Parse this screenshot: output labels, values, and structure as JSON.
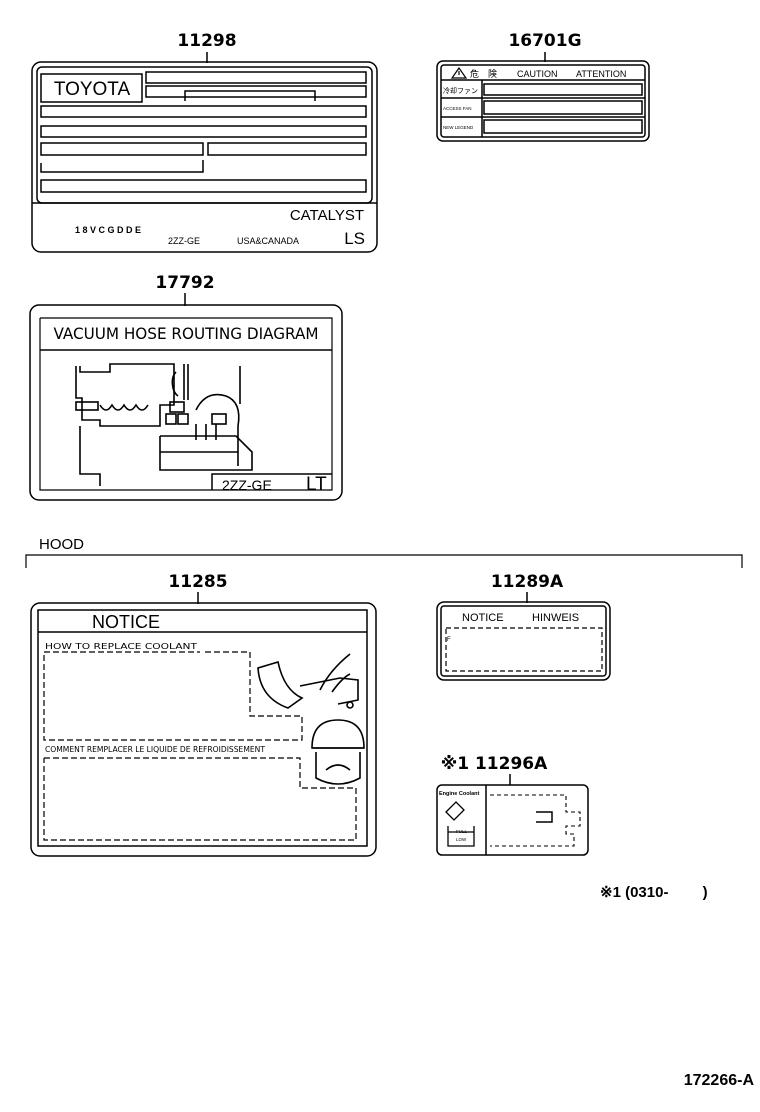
{
  "parts": {
    "p11298": {
      "number": "11298",
      "brand": "TOYOTA",
      "catalyst": "CATALYST",
      "code": "1 8 V C G D D E",
      "engine": "2ZZ-GE",
      "market": "USA&CANADA",
      "grade": "LS"
    },
    "p16701g": {
      "number": "16701G",
      "warn_jp": "危　険",
      "caution": "CAUTION",
      "attention": "ATTENTION",
      "row1": "冷却ファン",
      "row2": "ACCESS FAN",
      "row3": "NEW LEGEND"
    },
    "p17792": {
      "number": "17792",
      "title": "VACUUM HOSE ROUTING DIAGRAM",
      "engine": "2ZZ-GE",
      "grade": "LT"
    },
    "p11285": {
      "number": "11285",
      "title": "NOTICE",
      "line_en": "HOW TO REPLACE COOLANT",
      "line_fr": "COMMENT REMPLACER LE LIQUIDE DE REFROIDISSEMENT"
    },
    "p11289a": {
      "number": "11289A",
      "notice": "NOTICE",
      "hinweis": "HINWEIS",
      "mark": "F"
    },
    "p11296a": {
      "number": "※1 11296A",
      "title": "Engine Coolant",
      "full": "FULL",
      "low": "LOW"
    }
  },
  "section": {
    "hood": "HOOD"
  },
  "footnote": "※1 (0310-　　 )",
  "diagram_code": "172266-A"
}
